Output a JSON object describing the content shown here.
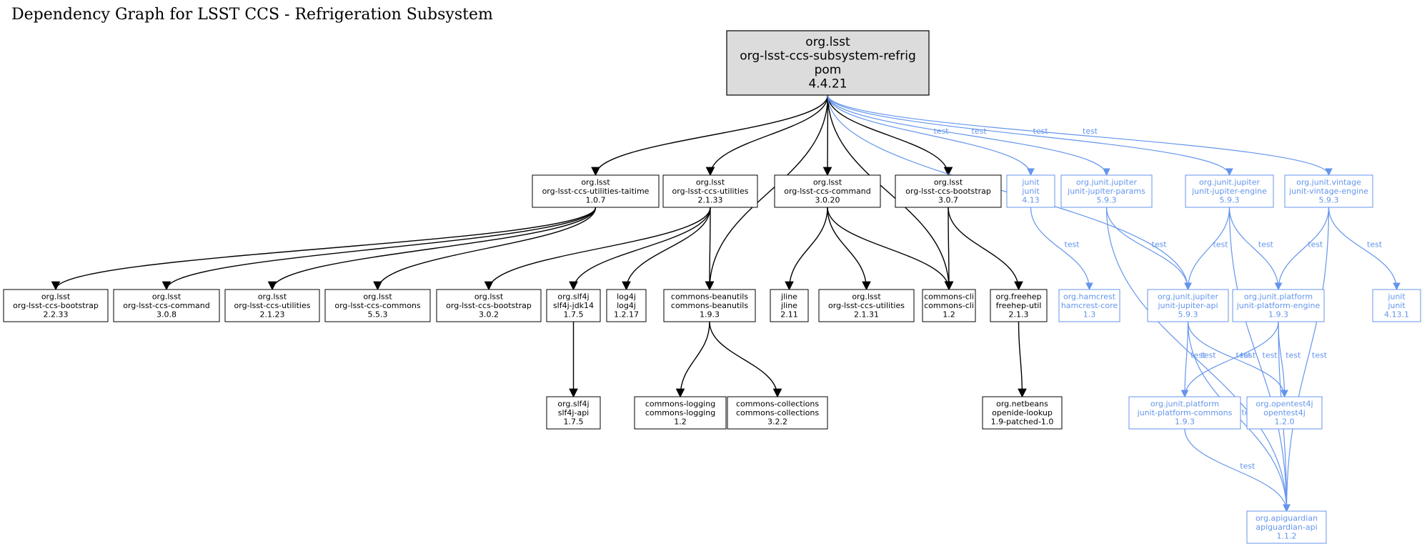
{
  "title": "Dependency Graph for LSST CCS - Refrigeration Subsystem",
  "colors": {
    "compile": "#000000",
    "test": "#6495ED",
    "root_fill": "#DCDCDC"
  },
  "edge_label_test": "test",
  "nodes": [
    {
      "id": "root",
      "lines": [
        "org.lsst",
        "org-lsst-ccs-subsystem-refrig",
        "pom",
        "4.4.21"
      ],
      "style": "root"
    },
    {
      "id": "taitime",
      "lines": [
        "org.lsst",
        "org-lsst-ccs-utilities-taitime",
        "1.0.7"
      ],
      "style": "compile"
    },
    {
      "id": "utilities2133",
      "lines": [
        "org.lsst",
        "org-lsst-ccs-utilities",
        "2.1.33"
      ],
      "style": "compile"
    },
    {
      "id": "command3020",
      "lines": [
        "org.lsst",
        "org-lsst-ccs-command",
        "3.0.20"
      ],
      "style": "compile"
    },
    {
      "id": "bootstrap307",
      "lines": [
        "org.lsst",
        "org-lsst-ccs-bootstrap",
        "3.0.7"
      ],
      "style": "compile"
    },
    {
      "id": "junit413",
      "lines": [
        "junit",
        "junit",
        "4.13"
      ],
      "style": "test"
    },
    {
      "id": "params",
      "lines": [
        "org.junit.jupiter",
        "junit-jupiter-params",
        "5.9.3"
      ],
      "style": "test"
    },
    {
      "id": "jengine",
      "lines": [
        "org.junit.jupiter",
        "junit-jupiter-engine",
        "5.9.3"
      ],
      "style": "test"
    },
    {
      "id": "vintage",
      "lines": [
        "org.junit.vintage",
        "junit-vintage-engine",
        "5.9.3"
      ],
      "style": "test"
    },
    {
      "id": "bootstrap2233",
      "lines": [
        "org.lsst",
        "org-lsst-ccs-bootstrap",
        "2.2.33"
      ],
      "style": "compile"
    },
    {
      "id": "command308",
      "lines": [
        "org.lsst",
        "org-lsst-ccs-command",
        "3.0.8"
      ],
      "style": "compile"
    },
    {
      "id": "utilities2123",
      "lines": [
        "org.lsst",
        "org-lsst-ccs-utilities",
        "2.1.23"
      ],
      "style": "compile"
    },
    {
      "id": "commons553",
      "lines": [
        "org.lsst",
        "org-lsst-ccs-commons",
        "5.5.3"
      ],
      "style": "compile"
    },
    {
      "id": "bootstrap302",
      "lines": [
        "org.lsst",
        "org-lsst-ccs-bootstrap",
        "3.0.2"
      ],
      "style": "compile"
    },
    {
      "id": "slf4jjdk",
      "lines": [
        "org.slf4j",
        "slf4j-jdk14",
        "1.7.5"
      ],
      "style": "compile"
    },
    {
      "id": "log4j",
      "lines": [
        "log4j",
        "log4j",
        "1.2.17"
      ],
      "style": "compile"
    },
    {
      "id": "beanutils",
      "lines": [
        "commons-beanutils",
        "commons-beanutils",
        "1.9.3"
      ],
      "style": "compile"
    },
    {
      "id": "jline",
      "lines": [
        "jline",
        "jline",
        "2.11"
      ],
      "style": "compile"
    },
    {
      "id": "utilities2131",
      "lines": [
        "org.lsst",
        "org-lsst-ccs-utilities",
        "2.1.31"
      ],
      "style": "compile"
    },
    {
      "id": "cli",
      "lines": [
        "commons-cli",
        "commons-cli",
        "1.2"
      ],
      "style": "compile"
    },
    {
      "id": "freehep",
      "lines": [
        "org.freehep",
        "freehep-util",
        "2.1.3"
      ],
      "style": "compile"
    },
    {
      "id": "hamcrest",
      "lines": [
        "org.hamcrest",
        "hamcrest-core",
        "1.3"
      ],
      "style": "test"
    },
    {
      "id": "japi",
      "lines": [
        "org.junit.jupiter",
        "junit-jupiter-api",
        "5.9.3"
      ],
      "style": "test"
    },
    {
      "id": "pengine",
      "lines": [
        "org.junit.platform",
        "junit-platform-engine",
        "1.9.3"
      ],
      "style": "test"
    },
    {
      "id": "junit4131",
      "lines": [
        "junit",
        "junit",
        "4.13.1"
      ],
      "style": "test"
    },
    {
      "id": "slf4japi",
      "lines": [
        "org.slf4j",
        "slf4j-api",
        "1.7.5"
      ],
      "style": "compile"
    },
    {
      "id": "logging",
      "lines": [
        "commons-logging",
        "commons-logging",
        "1.2"
      ],
      "style": "compile"
    },
    {
      "id": "collections",
      "lines": [
        "commons-collections",
        "commons-collections",
        "3.2.2"
      ],
      "style": "compile"
    },
    {
      "id": "openide",
      "lines": [
        "org.netbeans",
        "openide-lookup",
        "1.9-patched-1.0"
      ],
      "style": "compile"
    },
    {
      "id": "pcommons",
      "lines": [
        "org.junit.platform",
        "junit-platform-commons",
        "1.9.3"
      ],
      "style": "test"
    },
    {
      "id": "opentest4j",
      "lines": [
        "org.opentest4j",
        "opentest4j",
        "1.2.0"
      ],
      "style": "test"
    },
    {
      "id": "apiguardian",
      "lines": [
        "org.apiguardian",
        "apiguardian-api",
        "1.1.2"
      ],
      "style": "test"
    }
  ],
  "edges": [
    {
      "from": "root",
      "to": "taitime",
      "kind": "compile"
    },
    {
      "from": "root",
      "to": "utilities2133",
      "kind": "compile"
    },
    {
      "from": "root",
      "to": "beanutils",
      "kind": "compile"
    },
    {
      "from": "root",
      "to": "command3020",
      "kind": "compile"
    },
    {
      "from": "root",
      "to": "cli",
      "kind": "compile"
    },
    {
      "from": "root",
      "to": "bootstrap307",
      "kind": "compile"
    },
    {
      "from": "root",
      "to": "junit413",
      "kind": "test",
      "label": true
    },
    {
      "from": "root",
      "to": "params",
      "kind": "test",
      "label": true
    },
    {
      "from": "root",
      "to": "japi",
      "kind": "test",
      "label": true
    },
    {
      "from": "root",
      "to": "jengine",
      "kind": "test",
      "label": true
    },
    {
      "from": "root",
      "to": "vintage",
      "kind": "test",
      "label": true
    },
    {
      "from": "taitime",
      "to": "bootstrap2233",
      "kind": "compile"
    },
    {
      "from": "taitime",
      "to": "command308",
      "kind": "compile"
    },
    {
      "from": "taitime",
      "to": "utilities2123",
      "kind": "compile"
    },
    {
      "from": "taitime",
      "to": "commons553",
      "kind": "compile"
    },
    {
      "from": "utilities2133",
      "to": "bootstrap302",
      "kind": "compile"
    },
    {
      "from": "utilities2133",
      "to": "slf4jjdk",
      "kind": "compile"
    },
    {
      "from": "utilities2133",
      "to": "log4j",
      "kind": "compile"
    },
    {
      "from": "utilities2133",
      "to": "beanutils",
      "kind": "compile"
    },
    {
      "from": "command3020",
      "to": "jline",
      "kind": "compile"
    },
    {
      "from": "command3020",
      "to": "utilities2131",
      "kind": "compile"
    },
    {
      "from": "command3020",
      "to": "cli",
      "kind": "compile"
    },
    {
      "from": "bootstrap307",
      "to": "cli",
      "kind": "compile"
    },
    {
      "from": "bootstrap307",
      "to": "freehep",
      "kind": "compile"
    },
    {
      "from": "slf4jjdk",
      "to": "slf4japi",
      "kind": "compile"
    },
    {
      "from": "beanutils",
      "to": "logging",
      "kind": "compile"
    },
    {
      "from": "beanutils",
      "to": "collections",
      "kind": "compile"
    },
    {
      "from": "freehep",
      "to": "openide",
      "kind": "compile"
    },
    {
      "from": "junit413",
      "to": "hamcrest",
      "kind": "test",
      "label": true
    },
    {
      "from": "params",
      "to": "japi",
      "kind": "test",
      "label": true
    },
    {
      "from": "params",
      "to": "apiguardian",
      "kind": "test",
      "label": true
    },
    {
      "from": "jengine",
      "to": "japi",
      "kind": "test",
      "label": true
    },
    {
      "from": "jengine",
      "to": "pengine",
      "kind": "test",
      "label": true
    },
    {
      "from": "jengine",
      "to": "apiguardian",
      "kind": "test",
      "label": true
    },
    {
      "from": "vintage",
      "to": "pengine",
      "kind": "test",
      "label": true
    },
    {
      "from": "vintage",
      "to": "junit4131",
      "kind": "test",
      "label": true
    },
    {
      "from": "vintage",
      "to": "apiguardian",
      "kind": "test",
      "label": true
    },
    {
      "from": "japi",
      "to": "pcommons",
      "kind": "test",
      "label": true
    },
    {
      "from": "japi",
      "to": "opentest4j",
      "kind": "test",
      "label": true
    },
    {
      "from": "japi",
      "to": "apiguardian",
      "kind": "test",
      "label": true
    },
    {
      "from": "pengine",
      "to": "pcommons",
      "kind": "test",
      "label": true
    },
    {
      "from": "pengine",
      "to": "opentest4j",
      "kind": "test",
      "label": true
    },
    {
      "from": "pengine",
      "to": "apiguardian",
      "kind": "test",
      "label": true
    },
    {
      "from": "pcommons",
      "to": "apiguardian",
      "kind": "test",
      "label": true
    }
  ]
}
